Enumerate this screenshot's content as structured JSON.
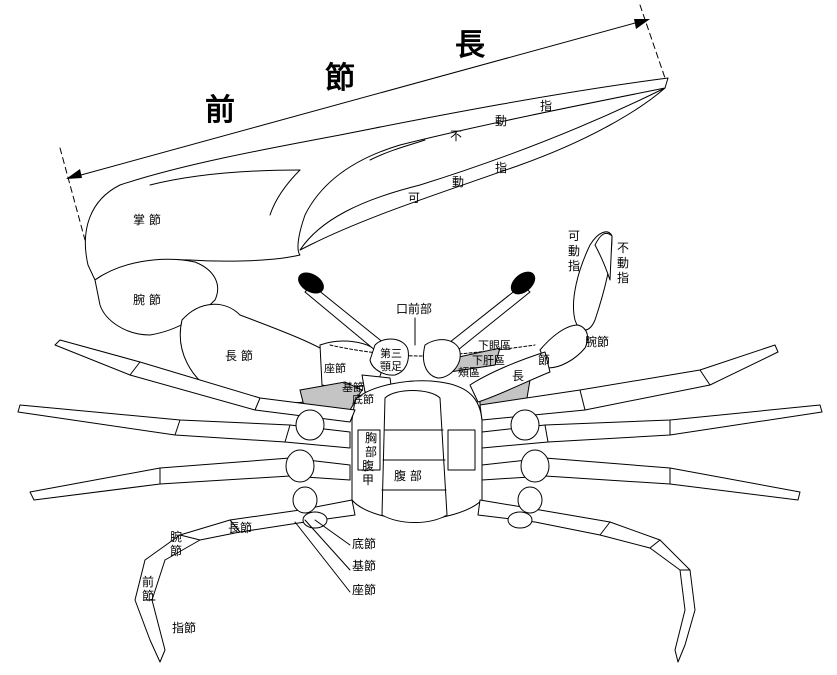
{
  "colors": {
    "line": "#000000",
    "shade": "#c4c4c4",
    "background": "#ffffff"
  },
  "labels": {
    "propodus_length": [
      "前",
      "節",
      "長"
    ],
    "fixed_finger_large": [
      "不",
      "動",
      "指"
    ],
    "movable_finger_large": [
      "可",
      "動",
      "指"
    ],
    "palm": "掌 節",
    "carpus_claw": "腕 節",
    "merus_claw": "長 節",
    "ischium_claw": "座節",
    "basis_claw": "基節",
    "coxa_claw": "底節",
    "epistome": "口前部",
    "third_maxilliped": [
      "第三",
      "顎足"
    ],
    "suborbital": "下眼區",
    "subhepatic": "下肝區",
    "pterygostomian": "頰區",
    "small_movable_finger": [
      "可",
      "動",
      "指"
    ],
    "small_fixed_finger": [
      "不",
      "動",
      "指"
    ],
    "small_carpus": "腕節",
    "small_merus": [
      "節",
      "長"
    ],
    "sternum": [
      "胸",
      "部"
    ],
    "abdomen_plate": [
      "腹",
      "甲"
    ],
    "abdomen": "腹 部",
    "leg_merus": "長節",
    "leg_carpus": [
      "腕",
      "節"
    ],
    "leg_propodus": [
      "前",
      "節"
    ],
    "leg_dactyl": "指節",
    "leg_coxa": "底節",
    "leg_basis": "基節",
    "leg_ischium": "座節"
  }
}
